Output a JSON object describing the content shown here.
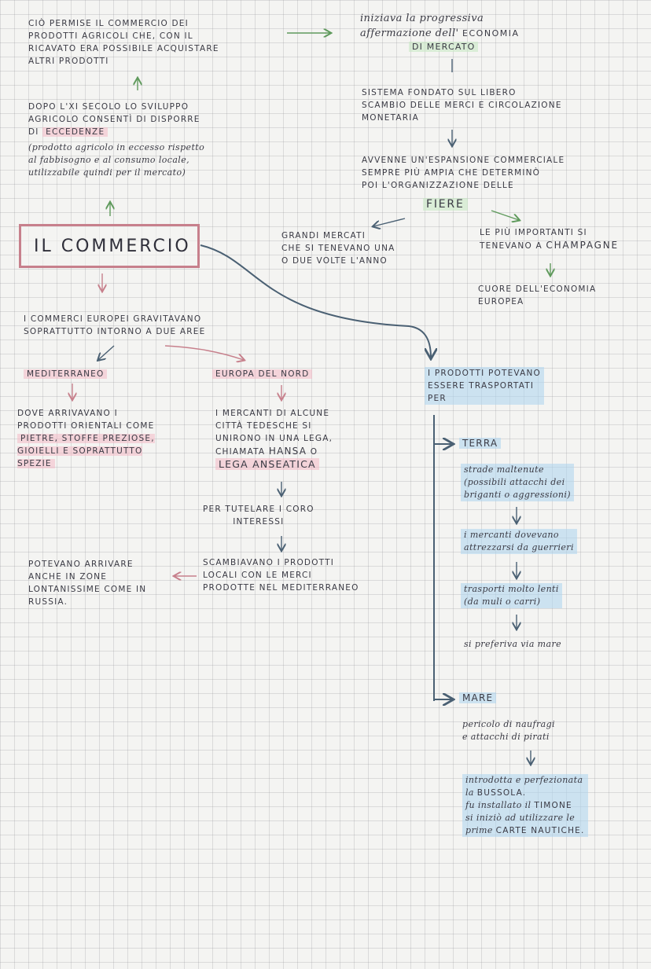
{
  "title": "IL COMMERCIO",
  "left_top": {
    "a1": "CIÒ PERMISE IL COMMERCIO DEI\nPRODOTTI AGRICOLI CHE, CON IL\nRICAVATO ERA POSSIBILE ACQUISTARE\nALTRI PRODOTTI",
    "b1": "DOPO L'XI SECOLO LO SVILUPPO\nAGRICOLO CONSENTÌ DI DISPORRE\nDI",
    "b1_hl": "ECCEDENZE",
    "b2": "(prodotto agricolo in eccesso rispetto\nal fabbisogno e al consumo locale,\nutilizzabile quindi per il mercato)"
  },
  "right_top": {
    "c1": "iniziava la progressiva\naffermazione dell'",
    "c1_b": "ECONOMIA",
    "c1_hl": "DI MERCATO",
    "c2": "SISTEMA FONDATO SUL LIBERO\nSCAMBIO DELLE MERCI E CIRCOLAZIONE\nMONETARIA",
    "c3": "AVVENNE UN'ESPANSIONE COMMERCIALE\nSEMPRE PIÙ AMPIA CHE DETERMINÒ\nPOI L'ORGANIZZAZIONE DELLE",
    "c3_hl": "FIERE",
    "c4": "GRANDI MERCATI\nCHE SI TENEVANO UNA\nO DUE VOLTE L'ANNO",
    "c5a": "LE PIÙ IMPORTANTI SI\nTENEVANO A",
    "c5b": "CHAMPAGNE",
    "c6": "CUORE DELL'ECONOMIA\nEUROPEA"
  },
  "areas": {
    "intro": "I COMMERCI EUROPEI GRAVITAVANO\nSOPRATTUTTO INTORNO A DUE AREE",
    "med_label": "MEDITERRANEO",
    "med_text1": "DOVE ARRIVAVANO I\nPRODOTTI ORIENTALI COME\n",
    "med_hl": "PIETRE, STOFFE PREZIOSE,\nGIOIELLI E SOPRATTUTTO\nSPEZIE",
    "nord_label": "EUROPA DEL NORD",
    "nord_text": "I MERCANTI DI ALCUNE\nCITTÀ TEDESCHE SI\nUNIRONO IN UNA LEGA,\nCHIAMATA",
    "nord_b1": "HANSA",
    "nord_b2": "o",
    "nord_b3": "LEGA ANSEATICA",
    "nord2": "PER TUTELARE I CORO\nINTERESSI",
    "nord3": "SCAMBIAVANO I PRODOTTI\nLOCALI CON LE MERCI\nPRODOTTE NEL MEDITERRANEO",
    "nord4": "POTEVANO ARRIVARE\nANCHE IN ZONE\nLONTANISSIME COME IN\nRUSSIA."
  },
  "transport": {
    "head": "I PRODOTTI POTEVANO\nESSERE TRASPORTATI\nPER",
    "terra": "TERRA",
    "t1": "strade maltenute\n(possibili attacchi dei\nbriganti o aggressioni)",
    "t2": "i mercanti dovevano\nattrezzarsi da guerrieri",
    "t3": "trasporti molto lenti\n(da muli o carri)",
    "t4": "si preferiva via mare",
    "mare": "MARE",
    "m1": "pericolo di naufragi\ne attacchi di pirati",
    "m2a": "introdotta e perfezionata\nla",
    "m2b": "BUSSOLA.",
    "m2c": "fu installato il",
    "m2d": "TIMONE",
    "m2e": "si iniziò ad utilizzare le\nprime",
    "m2f": "CARTE NAUTICHE."
  }
}
